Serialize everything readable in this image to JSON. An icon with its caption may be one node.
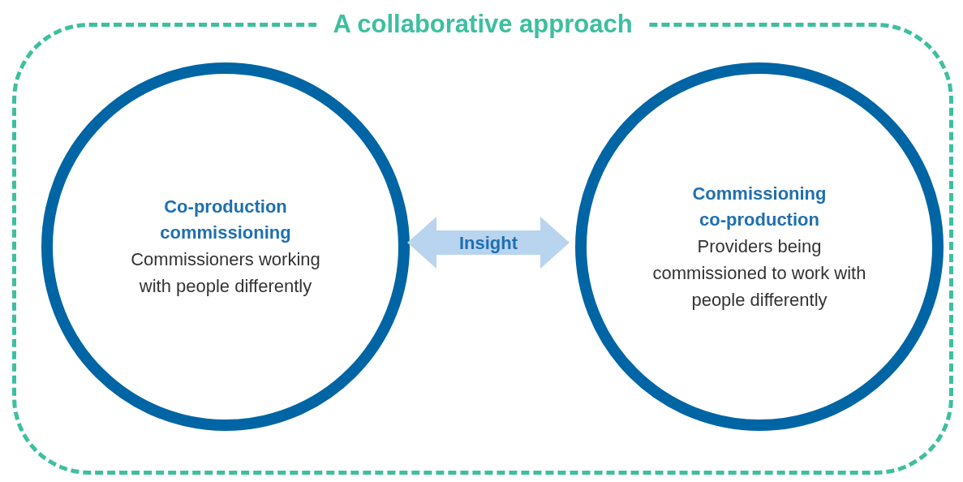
{
  "diagram": {
    "nodes": [
      {
        "text": [
          "A collaborative approach"
        ]
      },
      {
        "text": [
          "Co-production commissioning",
          "Commissioners working with people differently"
        ],
        "in": 0
      },
      {
        "text": [
          "Commissioning co-production",
          "Providers being commissioned to work with people differently"
        ],
        "in": 0
      }
    ],
    "edges": [
      {
        "from": 1,
        "to": 2,
        "arrow": "both",
        "label": "Insight"
      }
    ]
  }
}
